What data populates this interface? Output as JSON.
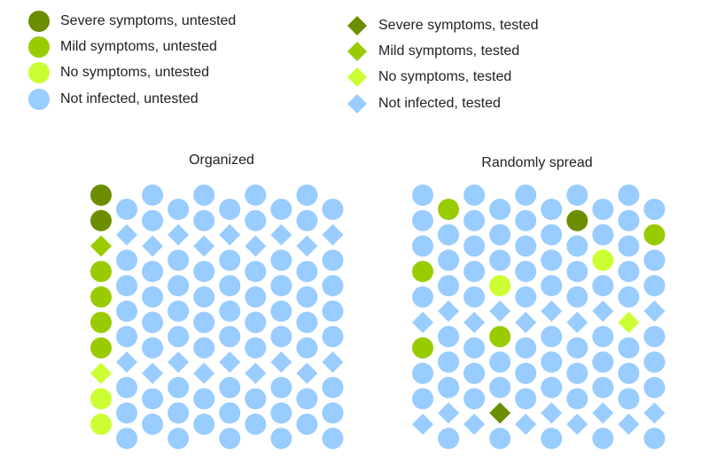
{
  "colors": {
    "severe": "#6b8e00",
    "mild": "#99cc00",
    "none": "#ccff33",
    "not_infected": "#99ccff"
  },
  "legend": {
    "untested": [
      {
        "label": "Severe symptoms, untested",
        "color": "#6b8e00",
        "shape": "circle"
      },
      {
        "label": "Mild symptoms, untested",
        "color": "#99cc00",
        "shape": "circle"
      },
      {
        "label": "No symptoms, untested",
        "color": "#ccff33",
        "shape": "circle"
      },
      {
        "label": "Not infected, untested",
        "color": "#99ccff",
        "shape": "circle"
      }
    ],
    "tested": [
      {
        "label": "Severe symptoms, tested",
        "color": "#6b8e00",
        "shape": "diamond"
      },
      {
        "label": "Mild symptoms, tested",
        "color": "#99cc00",
        "shape": "diamond"
      },
      {
        "label": "No symptoms, tested",
        "color": "#ccff33",
        "shape": "diamond"
      },
      {
        "label": "Not infected, tested",
        "color": "#99ccff",
        "shape": "diamond"
      }
    ]
  },
  "panels": [
    {
      "title": "Organized",
      "columns": [
        [
          "S",
          "S",
          "MD",
          "M",
          "M",
          "M",
          "M",
          "ND",
          "N",
          "N"
        ],
        [
          "c",
          "d",
          "c",
          "c",
          "c",
          "c",
          "d",
          "c",
          "c",
          "c"
        ],
        [
          "c",
          "c",
          "d",
          "c",
          "c",
          "c",
          "c",
          "d",
          "c",
          "c"
        ],
        [
          "c",
          "d",
          "c",
          "c",
          "c",
          "c",
          "d",
          "c",
          "c",
          "c"
        ],
        [
          "c",
          "c",
          "d",
          "c",
          "c",
          "c",
          "c",
          "d",
          "c",
          "c"
        ],
        [
          "c",
          "d",
          "c",
          "c",
          "c",
          "c",
          "d",
          "c",
          "c",
          "c"
        ],
        [
          "c",
          "c",
          "d",
          "c",
          "c",
          "c",
          "c",
          "d",
          "c",
          "c"
        ],
        [
          "c",
          "d",
          "c",
          "c",
          "c",
          "c",
          "d",
          "c",
          "c",
          "c"
        ],
        [
          "c",
          "c",
          "d",
          "c",
          "c",
          "c",
          "c",
          "d",
          "c",
          "c"
        ],
        [
          "c",
          "d",
          "c",
          "c",
          "c",
          "c",
          "d",
          "c",
          "c",
          "c"
        ]
      ]
    },
    {
      "title": "Randomly spread",
      "columns": [
        [
          "c",
          "c",
          "c",
          "M",
          "c",
          "d",
          "M",
          "c",
          "c",
          "d"
        ],
        [
          "M",
          "c",
          "c",
          "c",
          "d",
          "c",
          "c",
          "c",
          "d",
          "c"
        ],
        [
          "c",
          "c",
          "c",
          "c",
          "c",
          "d",
          "c",
          "c",
          "c",
          "d"
        ],
        [
          "c",
          "c",
          "c",
          "N",
          "d",
          "M",
          "c",
          "c",
          "SD",
          "c"
        ],
        [
          "c",
          "c",
          "c",
          "c",
          "c",
          "d",
          "c",
          "c",
          "c",
          "d"
        ],
        [
          "c",
          "c",
          "c",
          "c",
          "d",
          "c",
          "c",
          "c",
          "d",
          "c"
        ],
        [
          "c",
          "S",
          "c",
          "c",
          "c",
          "d",
          "c",
          "c",
          "c",
          "d"
        ],
        [
          "c",
          "c",
          "N",
          "c",
          "d",
          "c",
          "c",
          "c",
          "d",
          "c"
        ],
        [
          "c",
          "c",
          "c",
          "c",
          "c",
          "ND",
          "c",
          "c",
          "c",
          "d"
        ],
        [
          "c",
          "M",
          "c",
          "c",
          "d",
          "c",
          "c",
          "c",
          "d",
          "c"
        ]
      ]
    }
  ]
}
